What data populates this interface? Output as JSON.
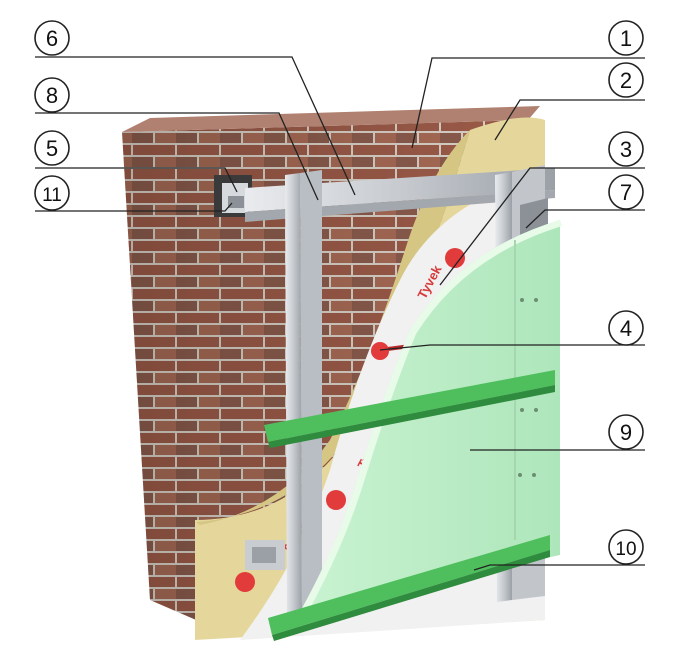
{
  "diagram": {
    "callouts": [
      {
        "label": "1"
      },
      {
        "label": "2"
      },
      {
        "label": "3"
      },
      {
        "label": "4"
      },
      {
        "label": "5"
      },
      {
        "label": "6"
      },
      {
        "label": "7"
      },
      {
        "label": "8"
      },
      {
        "label": "9"
      },
      {
        "label": "10"
      },
      {
        "label": "11"
      }
    ],
    "membrane_brand": "Tyvek",
    "colors": {
      "brick": "#9b5a48",
      "mortar": "#d9d2c8",
      "insulation": "#e5d79c",
      "membrane": "#f1f1f1",
      "brand_dot": "#e23b3b",
      "metal": "#c9ccd0",
      "board": "#bff0c9",
      "profile": "#4fbf5e",
      "line": "#222222"
    }
  }
}
